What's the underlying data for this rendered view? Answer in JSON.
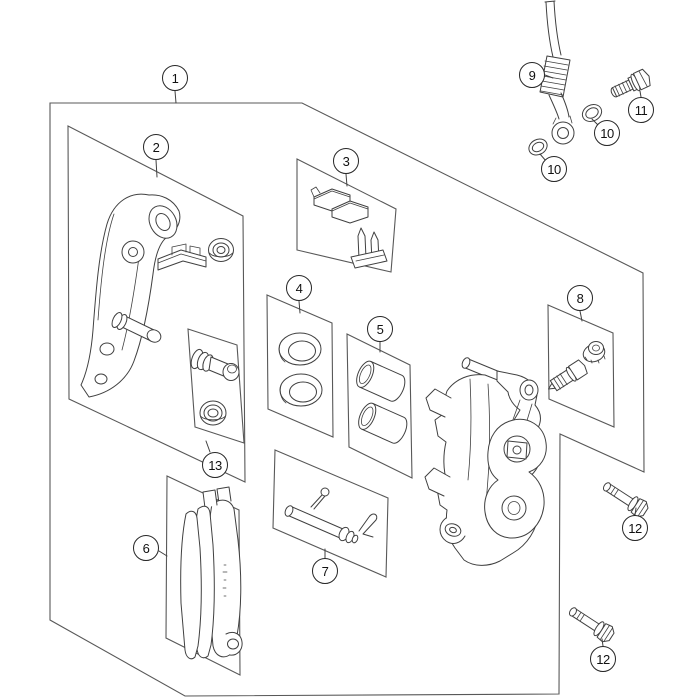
{
  "diagram": {
    "background_color": "#ffffff",
    "line_color": "#404040",
    "callout_border_color": "#262626",
    "callouts": {
      "c1": "1",
      "c2": "2",
      "c3": "3",
      "c4": "4",
      "c5": "5",
      "c6": "6",
      "c7": "7",
      "c8": "8",
      "c9": "9",
      "c10a": "10",
      "c10b": "10",
      "c11": "11",
      "c12a": "12",
      "c12b": "12",
      "c13": "13"
    }
  }
}
